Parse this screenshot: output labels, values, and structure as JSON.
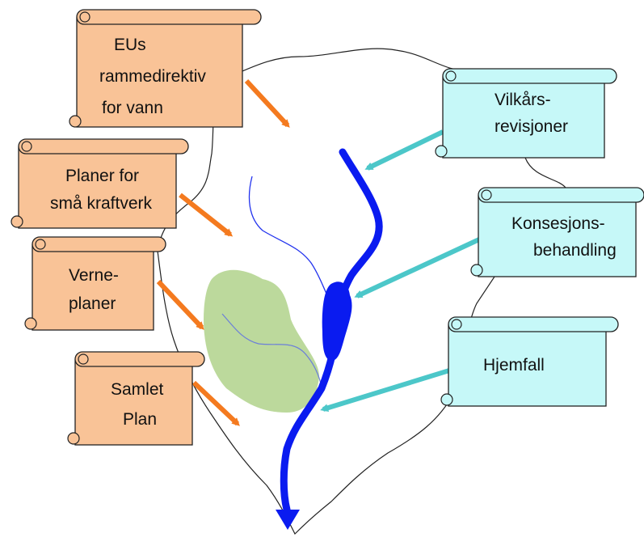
{
  "colors": {
    "background": "#ffffff",
    "orange_fill": "#f9c397",
    "cyan_fill": "#c6f8f8",
    "orange_arrow": "#f47a1f",
    "cyan_arrow": "#4cc7c9",
    "river": "#0a1bf0",
    "protected_area": "#bcd99c",
    "outline": "#222222"
  },
  "scrolls": [
    {
      "id": "eu-directive",
      "theme": "orange",
      "lines": [
        "EUs",
        "rammedirektiv",
        "for vann"
      ]
    },
    {
      "id": "small-power-plans",
      "theme": "orange",
      "lines": [
        "Planer for",
        "små kraftverk"
      ]
    },
    {
      "id": "protection-plans",
      "theme": "orange",
      "lines": [
        "Verne-",
        "planer"
      ]
    },
    {
      "id": "master-plan",
      "theme": "orange",
      "lines": [
        "Samlet",
        "Plan"
      ]
    },
    {
      "id": "term-revisions",
      "theme": "cyan",
      "lines": [
        "Vilkårs-",
        "revisjoner"
      ]
    },
    {
      "id": "licensing",
      "theme": "cyan",
      "lines": [
        "Konsesjons-",
        "behandling"
      ]
    },
    {
      "id": "reversion",
      "theme": "cyan",
      "lines": [
        "Hjemfall"
      ]
    }
  ],
  "icons": {
    "scroll": "scroll-icon",
    "arrow": "arrow-icon",
    "river": "river-icon",
    "lake": "lake-icon",
    "catchment": "catchment-outline"
  }
}
